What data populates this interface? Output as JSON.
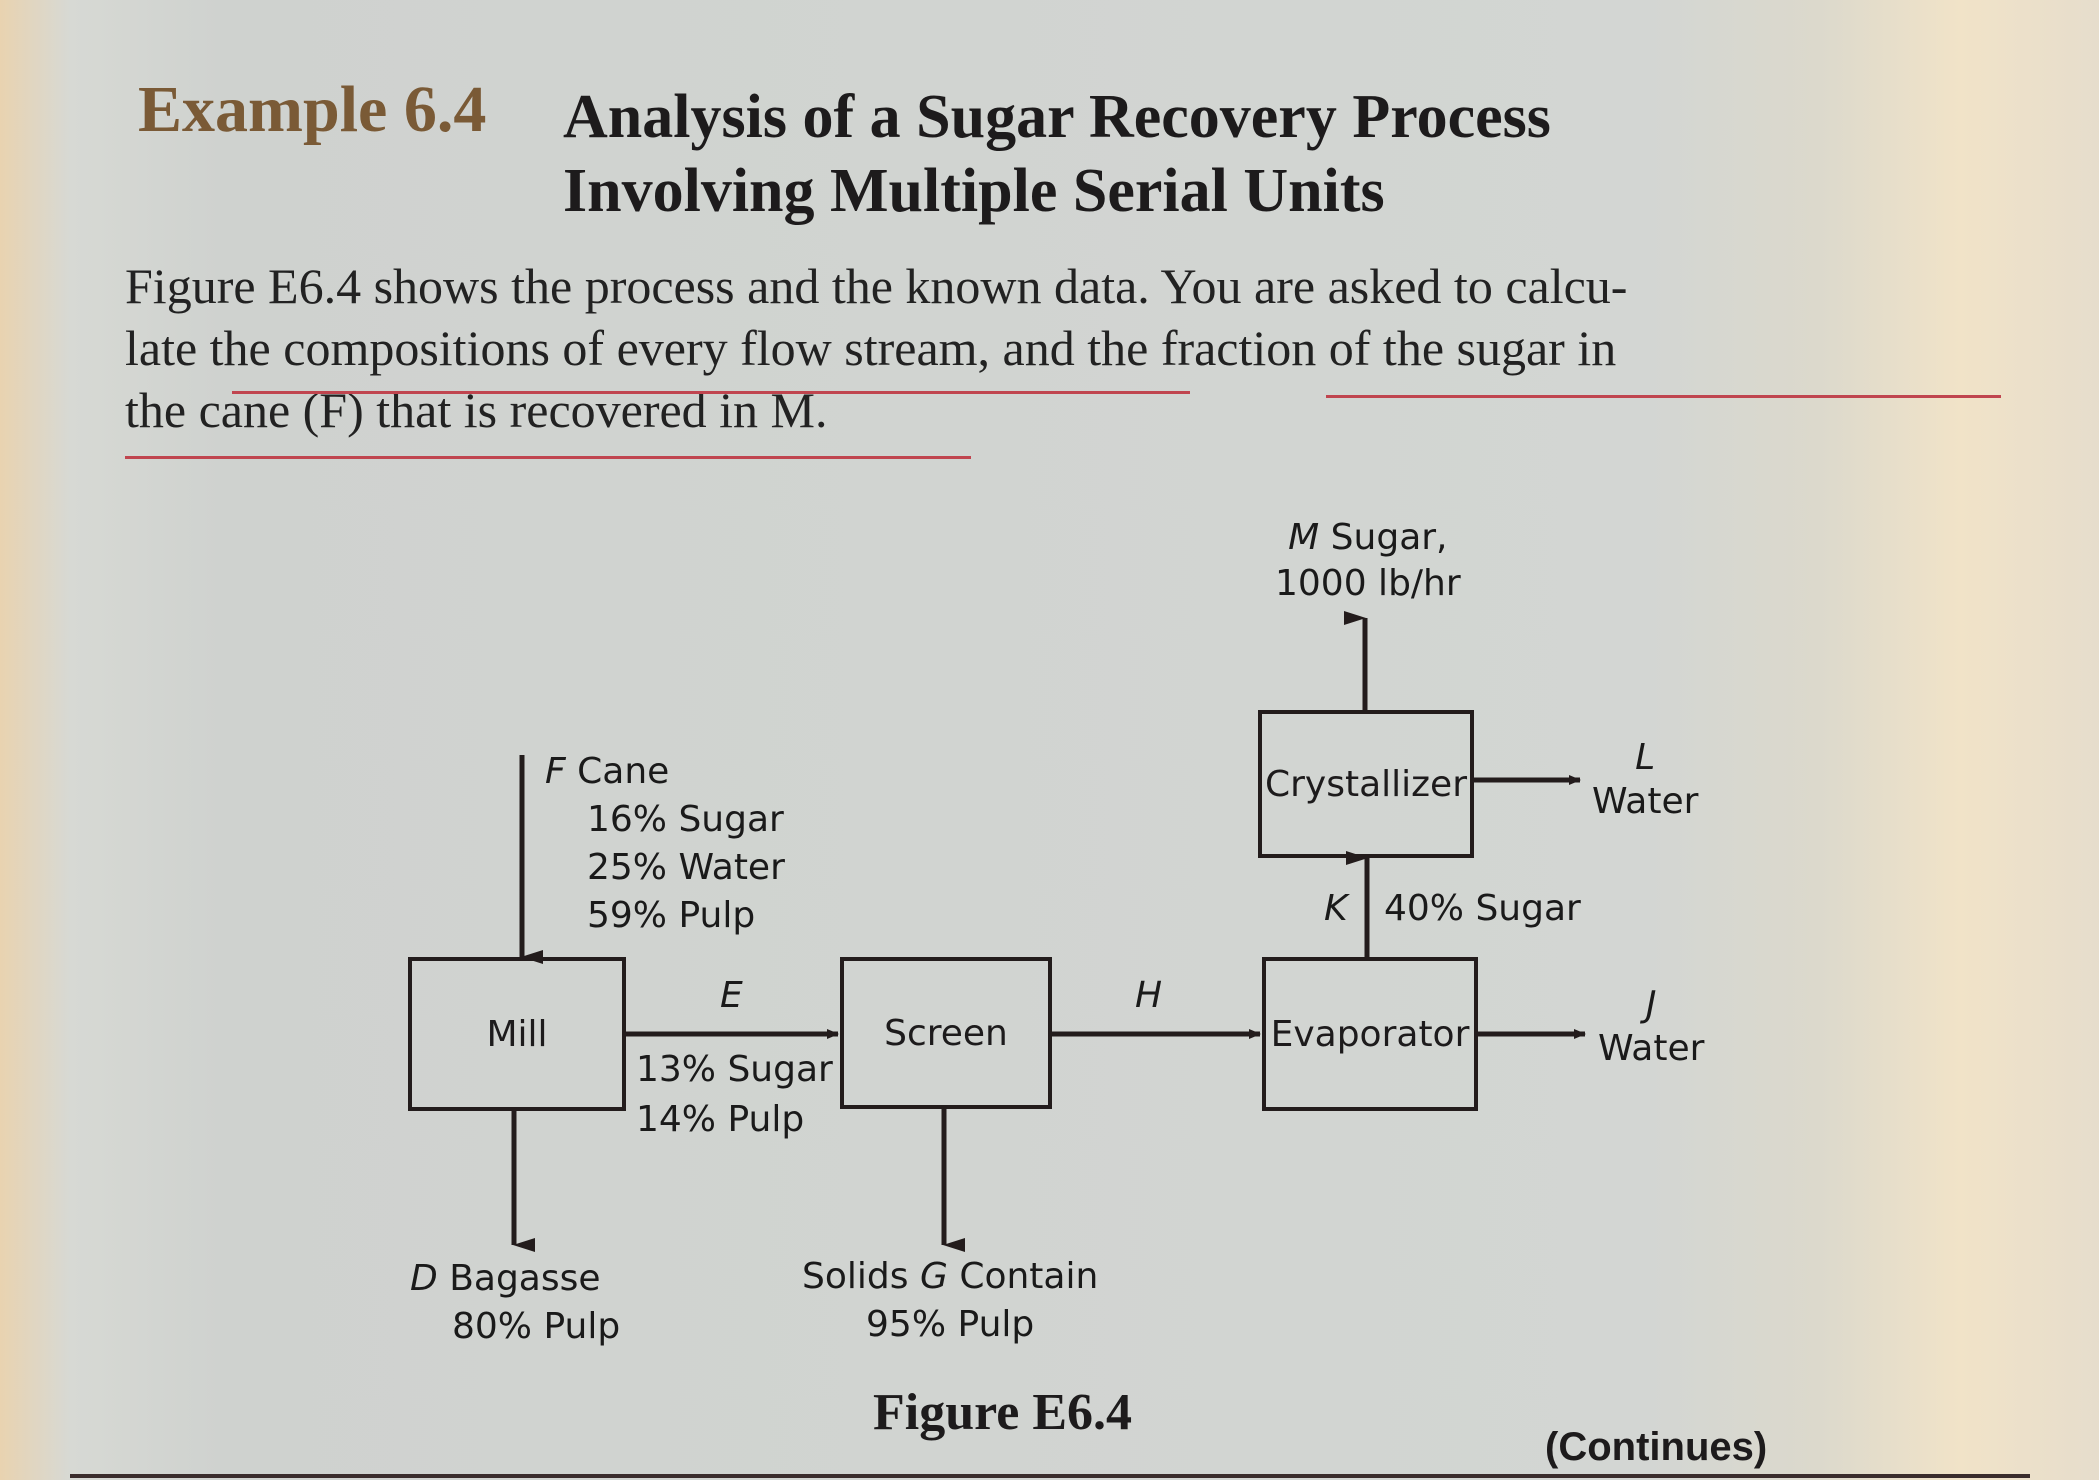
{
  "header": {
    "example_label": "Example 6.4",
    "title_line1": "Analysis of a Sugar Recovery Process",
    "title_line2": "Involving Multiple Serial Units"
  },
  "paragraph": {
    "seg1": "Figure E6.4 shows the process and the known data. You are asked to calcu-",
    "seg2": "late the compositions of every flow stream, and the fraction of the sugar in",
    "seg3": "the cane (F) that is recovered in M."
  },
  "diagram": {
    "units": {
      "mill": "Mill",
      "screen": "Screen",
      "evaporator": "Evaporator",
      "crystallizer": "Crystallizer"
    },
    "streams": {
      "F": {
        "id": "F",
        "name": "Cane",
        "comp": [
          "16% Sugar",
          "25% Water",
          "59% Pulp"
        ]
      },
      "E": {
        "id": "E",
        "comp": [
          "13% Sugar",
          "14% Pulp"
        ]
      },
      "H": {
        "id": "H"
      },
      "D": {
        "id": "D",
        "name": "Bagasse",
        "comp": [
          "80% Pulp"
        ]
      },
      "G": {
        "prefix": "Solids",
        "id": "G",
        "suffix": "Contain",
        "comp": [
          "95% Pulp"
        ]
      },
      "K": {
        "id": "K",
        "comp": [
          "40% Sugar"
        ]
      },
      "J": {
        "id": "J",
        "name": "Water"
      },
      "L": {
        "id": "L",
        "name": "Water"
      },
      "M": {
        "id": "M",
        "name": "Sugar,",
        "rate": "1000 lb/hr"
      }
    }
  },
  "footer": {
    "figure_caption": "Figure E6.4",
    "continues": "(Continues)"
  }
}
